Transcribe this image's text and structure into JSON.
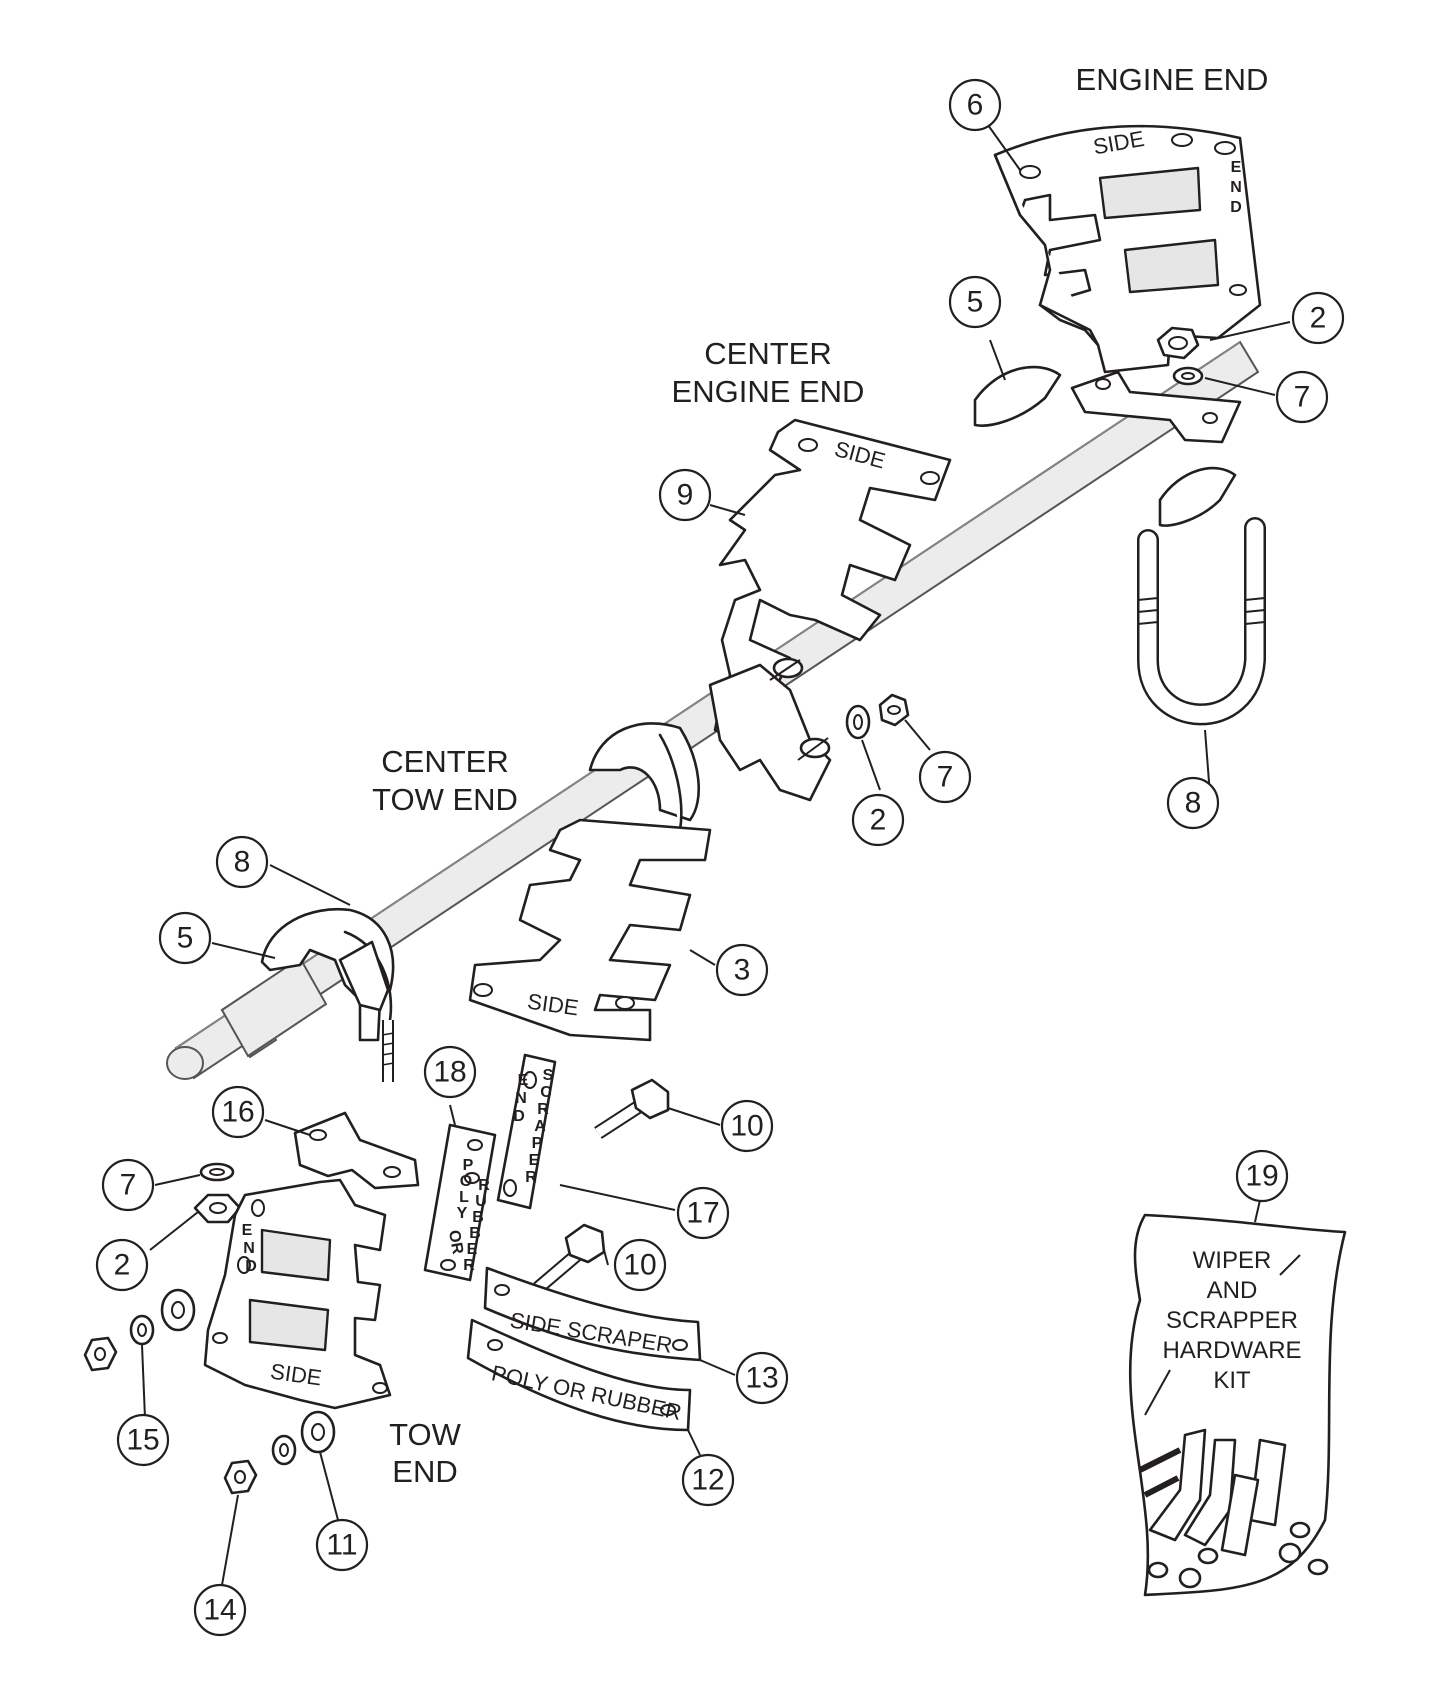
{
  "section_labels": {
    "engine_end": "ENGINE END",
    "center_engine_end_line1": "CENTER",
    "center_engine_end_line2": "ENGINE END",
    "center_tow_end_line1": "CENTER",
    "center_tow_end_line2": "TOW END",
    "tow_end_line1": "TOW",
    "tow_end_line2": "END"
  },
  "stamps": {
    "side": "SIDE",
    "end_letters": [
      "E",
      "N",
      "D"
    ],
    "scraper_letters": [
      "S",
      "C",
      "R",
      "A",
      "P",
      "E",
      "R"
    ],
    "poly_letters": [
      "P",
      "O",
      "L",
      "Y"
    ],
    "or": "OR",
    "rubber_letters": [
      "R",
      "U",
      "B",
      "B",
      "E",
      "R"
    ],
    "side_scraper": "SIDE SCRAPER",
    "poly_or_rubber": "POLY OR RUBBER"
  },
  "kit": {
    "line1": "WIPER",
    "line2": "AND",
    "line3": "SCRAPPER",
    "line4": "HARDWARE",
    "line5": "KIT"
  },
  "callouts": [
    {
      "label": "6"
    },
    {
      "label": "2"
    },
    {
      "label": "7"
    },
    {
      "label": "5"
    },
    {
      "label": "9"
    },
    {
      "label": "8"
    },
    {
      "label": "7"
    },
    {
      "label": "2"
    },
    {
      "label": "8"
    },
    {
      "label": "5"
    },
    {
      "label": "3"
    },
    {
      "label": "18"
    },
    {
      "label": "16"
    },
    {
      "label": "10"
    },
    {
      "label": "7"
    },
    {
      "label": "17"
    },
    {
      "label": "2"
    },
    {
      "label": "10"
    },
    {
      "label": "15"
    },
    {
      "label": "13"
    },
    {
      "label": "12"
    },
    {
      "label": "11"
    },
    {
      "label": "14"
    },
    {
      "label": "19"
    }
  ]
}
